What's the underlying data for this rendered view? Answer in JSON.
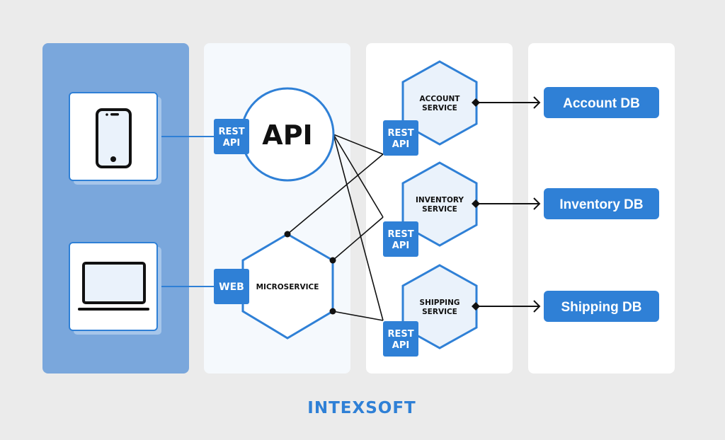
{
  "colors": {
    "background": "#ebebeb",
    "client_column": "#7aa7dc",
    "gateway_column": "#f5f9fd",
    "accent_blue": "#2f80d6",
    "service_fill": "#eaf2fb",
    "line": "#111111"
  },
  "clients": [
    {
      "icon": "smartphone-icon"
    },
    {
      "icon": "laptop-icon"
    }
  ],
  "gateway": {
    "api_label": "API",
    "rest_badge": [
      "REST",
      "API"
    ],
    "web_badge": "WEB",
    "microservice_label": "MICROSERVICE"
  },
  "services": [
    {
      "name": [
        "ACCOUNT",
        "SERVICE"
      ],
      "badge": [
        "REST",
        "API"
      ],
      "db": "Account DB"
    },
    {
      "name": [
        "INVENTORY",
        "SERVICE"
      ],
      "badge": [
        "REST",
        "API"
      ],
      "db": "Inventory DB"
    },
    {
      "name": [
        "SHIPPING",
        "SERVICE"
      ],
      "badge": [
        "REST",
        "API"
      ],
      "db": "Shipping DB"
    }
  ],
  "logo": "INTEXSOFT"
}
